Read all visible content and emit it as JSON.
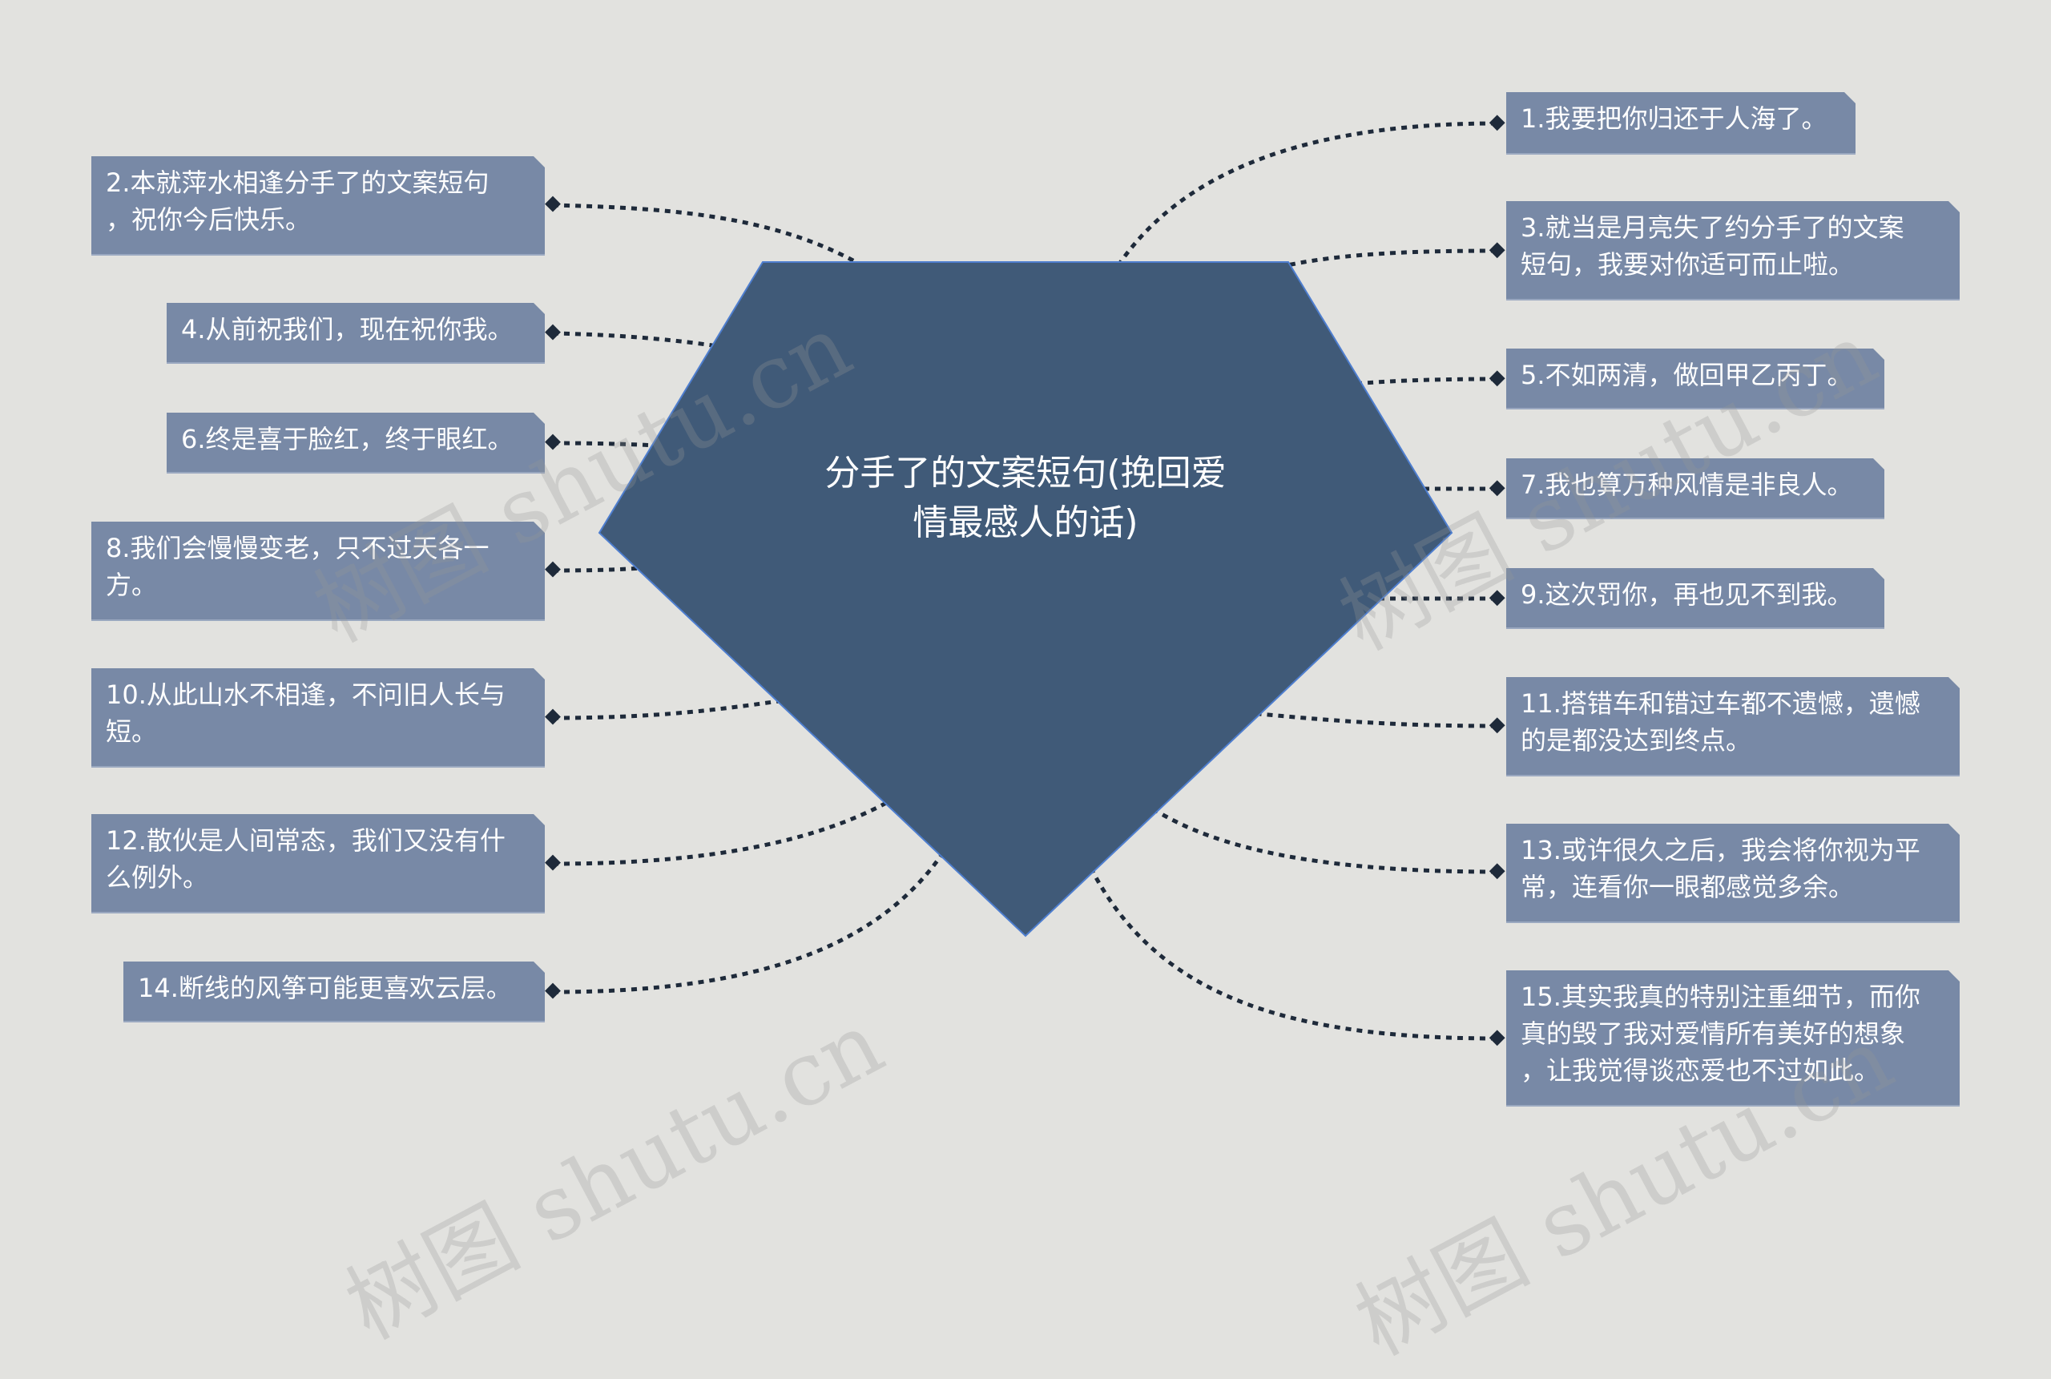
{
  "colors": {
    "background": "#e2e2df",
    "center_fill": "#405a78",
    "center_stroke": "#4e7ecf",
    "node_fill": "#7889a6",
    "connector": "#1e2a3a"
  },
  "center": {
    "title_line1": "分手了的文案短句(挽回爱",
    "title_line2": "情最感人的话)"
  },
  "left_nodes": [
    {
      "line1": "2.本就萍水相逢分手了的文案短句",
      "line2": "，祝你今后快乐。"
    },
    {
      "line1": "4.从前祝我们，现在祝你我。",
      "line2": ""
    },
    {
      "line1": "6.终是喜于脸红，终于眼红。",
      "line2": ""
    },
    {
      "line1": "8.我们会慢慢变老，只不过天各一",
      "line2": "方。"
    },
    {
      "line1": "10.从此山水不相逢，不问旧人长与",
      "line2": "短。"
    },
    {
      "line1": "12.散伙是人间常态，我们又没有什",
      "line2": "么例外。"
    },
    {
      "line1": "14.断线的风筝可能更喜欢云层。",
      "line2": ""
    }
  ],
  "right_nodes": [
    {
      "line1": "1.我要把你归还于人海了。",
      "line2": "",
      "line3": ""
    },
    {
      "line1": "3.就当是月亮失了约分手了的文案",
      "line2": "短句，我要对你适可而止啦。",
      "line3": ""
    },
    {
      "line1": "5.不如两清，做回甲乙丙丁。",
      "line2": "",
      "line3": ""
    },
    {
      "line1": "7.我也算万种风情是非良人。",
      "line2": "",
      "line3": ""
    },
    {
      "line1": "9.这次罚你，再也见不到我。",
      "line2": "",
      "line3": ""
    },
    {
      "line1": "11.搭错车和错过车都不遗憾，遗憾",
      "line2": "的是都没达到终点。",
      "line3": ""
    },
    {
      "line1": "13.或许很久之后，我会将你视为平",
      "line2": "常，连看你一眼都感觉多余。",
      "line3": ""
    },
    {
      "line1": "15.其实我真的特别注重细节，而你",
      "line2": "真的毁了我对爱情所有美好的想象",
      "line3": "，让我觉得谈恋爱也不过如此。"
    }
  ],
  "watermark": "树图 shutu.cn"
}
